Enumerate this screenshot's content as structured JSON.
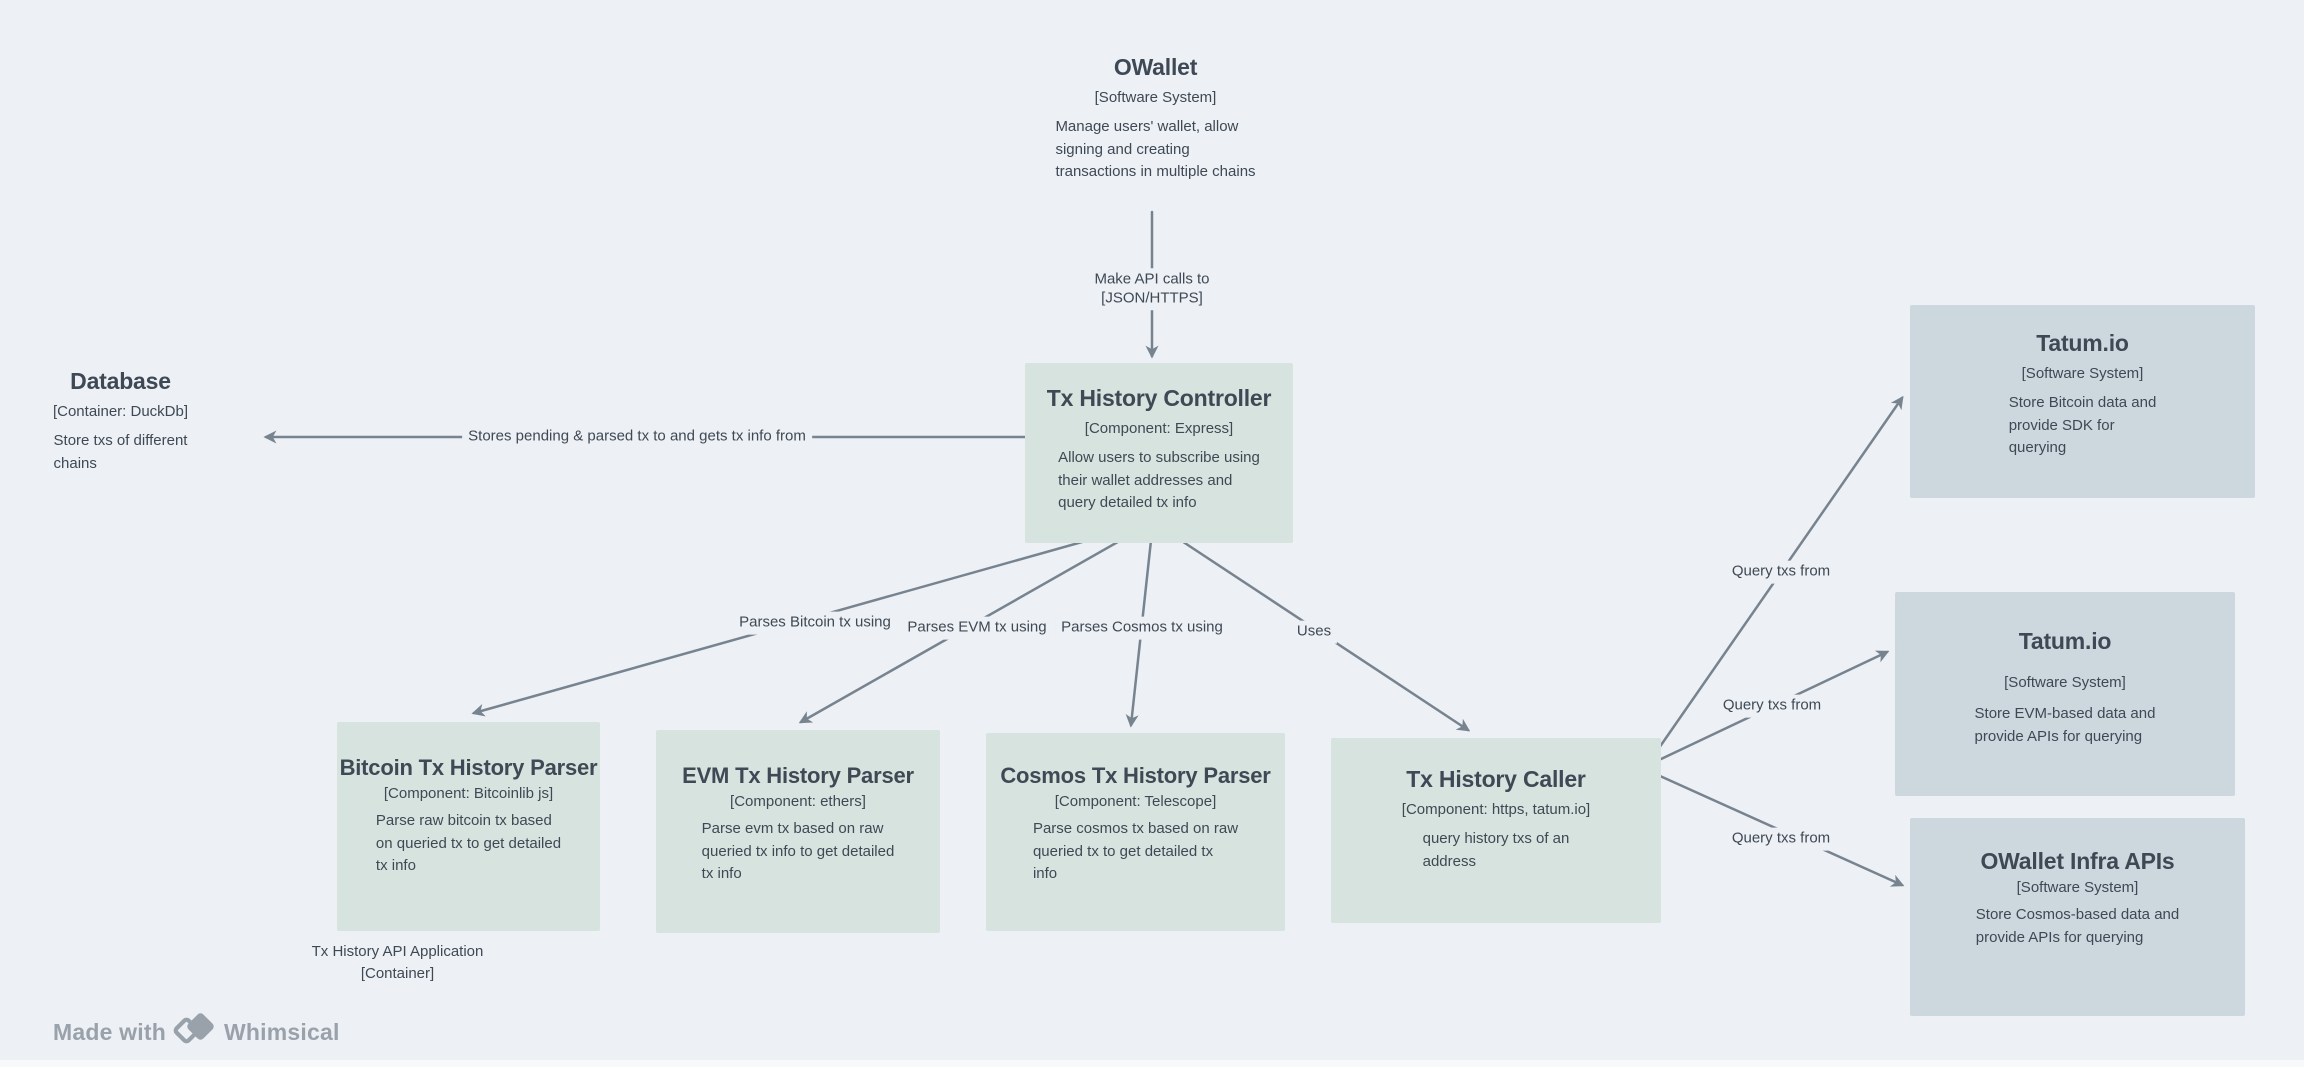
{
  "colors": {
    "canvas_bg": "#edf0f4",
    "component_box_bg": "#d6e3de",
    "external_box_bg": "#cdd7de",
    "text": "#3e4955",
    "arrow": "#77838f",
    "watermark": "#99a1ab"
  },
  "nodes": {
    "owallet": {
      "title": "OWallet",
      "meta": "[Software System]",
      "desc": "Manage users' wallet, allow\nsigning and creating\ntransactions in multiple chains"
    },
    "tx_history_controller": {
      "title": "Tx History Controller",
      "meta": "[Component: Express]",
      "desc": "Allow users to subscribe using\ntheir wallet addresses and\nquery detailed tx info"
    },
    "database": {
      "title": "Database",
      "meta": "[Container: DuckDb]",
      "desc": "Store txs of different\nchains"
    },
    "bitcoin_parser": {
      "title": "Bitcoin Tx History Parser",
      "meta": "[Component: Bitcoinlib js]",
      "desc": "Parse raw bitcoin tx based\non queried tx to get detailed\ntx info"
    },
    "evm_parser": {
      "title": "EVM Tx History Parser",
      "meta": "[Component: ethers]",
      "desc": "Parse evm tx based on raw\nqueried tx info to get detailed\ntx info"
    },
    "cosmos_parser": {
      "title": "Cosmos Tx History Parser",
      "meta": "[Component: Telescope]",
      "desc": "Parse cosmos tx based on raw\nqueried tx to get detailed tx\ninfo"
    },
    "tx_history_caller": {
      "title": "Tx History Caller",
      "meta": "[Component: https, tatum.io]",
      "desc": "query history txs of an\naddress"
    },
    "tatum_bitcoin": {
      "title": "Tatum.io",
      "meta": "[Software System]",
      "desc": "Store Bitcoin data and\nprovide SDK for\nquerying"
    },
    "tatum_evm": {
      "title": "Tatum.io",
      "meta": "[Software System]",
      "desc": "Store EVM-based data and\nprovide APIs for querying"
    },
    "owallet_infra": {
      "title": "OWallet Infra APIs",
      "meta": "[Software System]",
      "desc": "Store Cosmos-based data and\nprovide APIs for querying"
    }
  },
  "edges": {
    "make_api_calls": {
      "label": "Make API calls to\n[JSON/HTTPS]"
    },
    "stores_tx": {
      "label": "Stores pending & parsed tx to and gets tx info from"
    },
    "parses_bitcoin": {
      "label": "Parses Bitcoin tx using"
    },
    "parses_evm": {
      "label": "Parses EVM tx using"
    },
    "parses_cosmos": {
      "label": "Parses Cosmos tx using"
    },
    "uses": {
      "label": "Uses"
    },
    "query_from_tatum_bitcoin": {
      "label": "Query txs from"
    },
    "query_from_tatum_evm": {
      "label": "Query txs from"
    },
    "query_from_owallet_infra": {
      "label": "Query txs from"
    }
  },
  "caption": {
    "title": "Tx History API Application",
    "sub": "[Container]"
  },
  "watermark": {
    "made_with": "Made with",
    "brand": "Whimsical"
  }
}
